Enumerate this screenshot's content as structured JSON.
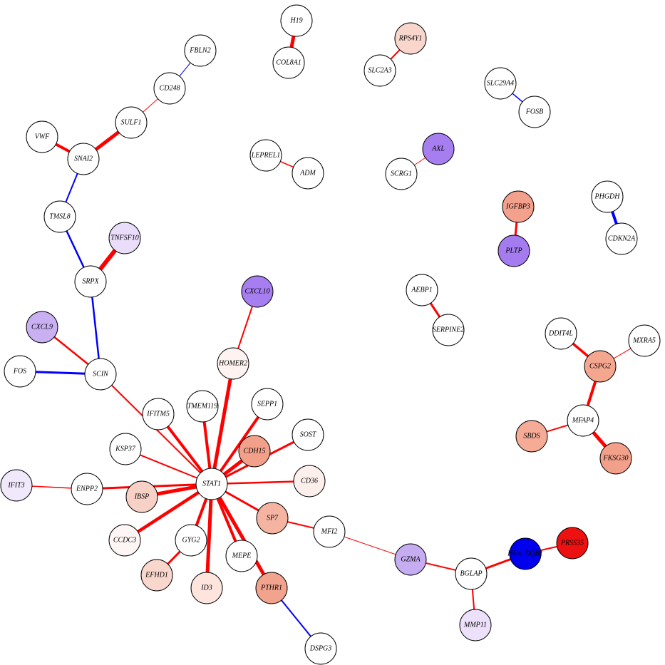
{
  "nodes": [
    {
      "id": "H19",
      "label": "H19",
      "fill": "#ffffff"
    },
    {
      "id": "COL8A1",
      "label": "COL8A1",
      "fill": "#ffffff"
    },
    {
      "id": "RPS4Y1",
      "label": "RPS4Y1",
      "fill": "#f9d6cc"
    },
    {
      "id": "SLC2A3",
      "label": "SLC2A3",
      "fill": "#ffffff"
    },
    {
      "id": "FBLN2",
      "label": "FBLN2",
      "fill": "#ffffff"
    },
    {
      "id": "CD248",
      "label": "CD248",
      "fill": "#ffffff"
    },
    {
      "id": "SULF1",
      "label": "SULF1",
      "fill": "#ffffff"
    },
    {
      "id": "VWF",
      "label": "VWF",
      "fill": "#ffffff"
    },
    {
      "id": "SNAI2",
      "label": "SNAI2",
      "fill": "#ffffff"
    },
    {
      "id": "SLC29A4",
      "label": "SLC29A4",
      "fill": "#ffffff"
    },
    {
      "id": "FOSB",
      "label": "FOSB",
      "fill": "#ffffff"
    },
    {
      "id": "LEPREL1",
      "label": "LEPREL1",
      "fill": "#ffffff"
    },
    {
      "id": "ADM",
      "label": "ADM",
      "fill": "#ffffff"
    },
    {
      "id": "AXL",
      "label": "AXL",
      "fill": "#a77ef0"
    },
    {
      "id": "SCRG1",
      "label": "SCRG1",
      "fill": "#ffffff"
    },
    {
      "id": "TMSL8",
      "label": "TMSL8",
      "fill": "#ffffff"
    },
    {
      "id": "TNFSF10",
      "label": "TNFSF10",
      "fill": "#e9ddfa"
    },
    {
      "id": "IGFBP3",
      "label": "IGFBP3",
      "fill": "#f3a08c"
    },
    {
      "id": "PLTP",
      "label": "PLTP",
      "fill": "#a57cf0"
    },
    {
      "id": "PHGDH",
      "label": "PHGDH",
      "fill": "#ffffff"
    },
    {
      "id": "CDKN2A",
      "label": "CDKN2A",
      "fill": "#ffffff"
    },
    {
      "id": "SRPX",
      "label": "SRPX",
      "fill": "#ffffff"
    },
    {
      "id": "CXCL10",
      "label": "CXCL10",
      "fill": "#a77ef0"
    },
    {
      "id": "AEBP1",
      "label": "AEBP1",
      "fill": "#ffffff"
    },
    {
      "id": "SERPINE2",
      "label": "SERPINE2",
      "fill": "#ffffff"
    },
    {
      "id": "CXCL9",
      "label": "CXCL9",
      "fill": "#c9b0f3"
    },
    {
      "id": "DDIT4L",
      "label": "DDIT4L",
      "fill": "#ffffff"
    },
    {
      "id": "MXRA5",
      "label": "MXRA5",
      "fill": "#ffffff"
    },
    {
      "id": "FOS",
      "label": "FOS",
      "fill": "#ffffff"
    },
    {
      "id": "SCIN",
      "label": "SCIN",
      "fill": "#ffffff"
    },
    {
      "id": "HOMER2",
      "label": "HOMER2",
      "fill": "#fef3f0"
    },
    {
      "id": "CSPG2",
      "label": "CSPG2",
      "fill": "#f4a68f"
    },
    {
      "id": "IFITM5",
      "label": "IFITM5",
      "fill": "#ffffff"
    },
    {
      "id": "TMEM119",
      "label": "TMEM119",
      "fill": "#ffffff"
    },
    {
      "id": "SEPP1",
      "label": "SEPP1",
      "fill": "#ffffff"
    },
    {
      "id": "MFAP4",
      "label": "MFAP4",
      "fill": "#ffffff"
    },
    {
      "id": "SOST",
      "label": "SOST",
      "fill": "#ffffff"
    },
    {
      "id": "KSP37",
      "label": "KSP37",
      "fill": "#ffffff"
    },
    {
      "id": "CDH15",
      "label": "CDH15",
      "fill": "#f2a08a"
    },
    {
      "id": "SBDS",
      "label": "SBDS",
      "fill": "#f5ab96"
    },
    {
      "id": "FKSG30",
      "label": "FKSG30",
      "fill": "#f2a08a"
    },
    {
      "id": "IFIT3",
      "label": "IFIT3",
      "fill": "#f0e8fb"
    },
    {
      "id": "ENPP2",
      "label": "ENPP2",
      "fill": "#ffffff"
    },
    {
      "id": "STAT1",
      "label": "STAT1",
      "fill": "#ffffff"
    },
    {
      "id": "CD36",
      "label": "CD36",
      "fill": "#fdf0ec"
    },
    {
      "id": "IBSP",
      "label": "IBSP",
      "fill": "#f8d1c6"
    },
    {
      "id": "SP7",
      "label": "SP7",
      "fill": "#f5b4a2"
    },
    {
      "id": "MFI2",
      "label": "MFI2",
      "fill": "#ffffff"
    },
    {
      "id": "CCDC3",
      "label": "CCDC3",
      "fill": "#fef6f4"
    },
    {
      "id": "GYG2",
      "label": "GYG2",
      "fill": "#ffffff"
    },
    {
      "id": "HLA-DQB1",
      "label": "HLA–DQB1",
      "fill": "#0000ee"
    },
    {
      "id": "PRSS35",
      "label": "PRSS35",
      "fill": "#ee1111"
    },
    {
      "id": "MEPE",
      "label": "MEPE",
      "fill": "#ffffff"
    },
    {
      "id": "GZMA",
      "label": "GZMA",
      "fill": "#c6adf2"
    },
    {
      "id": "BGLAP",
      "label": "BGLAP",
      "fill": "#ffffff"
    },
    {
      "id": "EFHD1",
      "label": "EFHD1",
      "fill": "#fad7cd"
    },
    {
      "id": "ID3",
      "label": "ID3",
      "fill": "#fde5de"
    },
    {
      "id": "PTHR1",
      "label": "PTHR1",
      "fill": "#f2a38d"
    },
    {
      "id": "MMP11",
      "label": "MMP11",
      "fill": "#ece0fa"
    },
    {
      "id": "DSPG3",
      "label": "DSPG3",
      "fill": "#ffffff"
    }
  ],
  "edges": [
    {
      "source": "H19",
      "target": "COL8A1",
      "color": "#ff0000",
      "weight": 5
    },
    {
      "source": "RPS4Y1",
      "target": "SLC2A3",
      "color": "#ff0000",
      "weight": 2
    },
    {
      "source": "FBLN2",
      "target": "CD248",
      "color": "#0000ff",
      "weight": 1
    },
    {
      "source": "CD248",
      "target": "SULF1",
      "color": "#ff0000",
      "weight": 1
    },
    {
      "source": "SULF1",
      "target": "SNAI2",
      "color": "#ff0000",
      "weight": 5
    },
    {
      "source": "VWF",
      "target": "SNAI2",
      "color": "#ff0000",
      "weight": 4
    },
    {
      "source": "SNAI2",
      "target": "TMSL8",
      "color": "#0000ff",
      "weight": 2
    },
    {
      "source": "SLC29A4",
      "target": "FOSB",
      "color": "#0000ff",
      "weight": 1.5
    },
    {
      "source": "LEPREL1",
      "target": "ADM",
      "color": "#ff0000",
      "weight": 1.5
    },
    {
      "source": "AXL",
      "target": "SCRG1",
      "color": "#ff0000",
      "weight": 1
    },
    {
      "source": "TMSL8",
      "target": "SRPX",
      "color": "#0000ff",
      "weight": 2.5
    },
    {
      "source": "TNFSF10",
      "target": "SRPX",
      "color": "#ff0000",
      "weight": 6
    },
    {
      "source": "IGFBP3",
      "target": "PLTP",
      "color": "#ff0000",
      "weight": 3
    },
    {
      "source": "PHGDH",
      "target": "CDKN2A",
      "color": "#0000ff",
      "weight": 4
    },
    {
      "source": "SRPX",
      "target": "SCIN",
      "color": "#0000ff",
      "weight": 2.5
    },
    {
      "source": "AEBP1",
      "target": "SERPINE2",
      "color": "#ff0000",
      "weight": 3
    },
    {
      "source": "CXCL9",
      "target": "SCIN",
      "color": "#ff0000",
      "weight": 2.5
    },
    {
      "source": "FOS",
      "target": "SCIN",
      "color": "#0000ff",
      "weight": 3
    },
    {
      "source": "SCIN",
      "target": "STAT1",
      "color": "#ff0000",
      "weight": 2
    },
    {
      "source": "CXCL10",
      "target": "HOMER2",
      "color": "#ff0000",
      "weight": 2
    },
    {
      "source": "HOMER2",
      "target": "STAT1",
      "color": "#ff0000",
      "weight": 5
    },
    {
      "source": "DDIT4L",
      "target": "CSPG2",
      "color": "#ff0000",
      "weight": 3.5
    },
    {
      "source": "MXRA5",
      "target": "CSPG2",
      "color": "#ff0000",
      "weight": 1
    },
    {
      "source": "CSPG2",
      "target": "MFAP4",
      "color": "#ff0000",
      "weight": 4
    },
    {
      "source": "MFAP4",
      "target": "SBDS",
      "color": "#ff0000",
      "weight": 2
    },
    {
      "source": "MFAP4",
      "target": "FKSG30",
      "color": "#ff0000",
      "weight": 5
    },
    {
      "source": "IFITM5",
      "target": "STAT1",
      "color": "#ff0000",
      "weight": 4
    },
    {
      "source": "TMEM119",
      "target": "STAT1",
      "color": "#ff0000",
      "weight": 4
    },
    {
      "source": "SEPP1",
      "target": "STAT1",
      "color": "#ff0000",
      "weight": 4
    },
    {
      "source": "SOST",
      "target": "STAT1",
      "color": "#ff0000",
      "weight": 3
    },
    {
      "source": "KSP37",
      "target": "STAT1",
      "color": "#ff0000",
      "weight": 2
    },
    {
      "source": "CDH15",
      "target": "STAT1",
      "color": "#ff0000",
      "weight": 5
    },
    {
      "source": "IFIT3",
      "target": "ENPP2",
      "color": "#ff0000",
      "weight": 1.5
    },
    {
      "source": "ENPP2",
      "target": "STAT1",
      "color": "#ff0000",
      "weight": 3
    },
    {
      "source": "IBSP",
      "target": "STAT1",
      "color": "#ff0000",
      "weight": 5
    },
    {
      "source": "CD36",
      "target": "STAT1",
      "color": "#ff0000",
      "weight": 2.5
    },
    {
      "source": "SP7",
      "target": "STAT1",
      "color": "#ff0000",
      "weight": 3
    },
    {
      "source": "SP7",
      "target": "MFI2",
      "color": "#ff0000",
      "weight": 2
    },
    {
      "source": "CCDC3",
      "target": "STAT1",
      "color": "#ff0000",
      "weight": 4.5
    },
    {
      "source": "GYG2",
      "target": "STAT1",
      "color": "#ff0000",
      "weight": 4
    },
    {
      "source": "EFHD1",
      "target": "GYG2",
      "color": "#ff0000",
      "weight": 3
    },
    {
      "source": "MEPE",
      "target": "STAT1",
      "color": "#ff0000",
      "weight": 4
    },
    {
      "source": "ID3",
      "target": "STAT1",
      "color": "#ff0000",
      "weight": 5
    },
    {
      "source": "PTHR1",
      "target": "STAT1",
      "color": "#ff0000",
      "weight": 5
    },
    {
      "source": "PTHR1",
      "target": "DSPG3",
      "color": "#0000ff",
      "weight": 2
    },
    {
      "source": "MFI2",
      "target": "GZMA",
      "color": "#ff0000",
      "weight": 1
    },
    {
      "source": "GZMA",
      "target": "BGLAP",
      "color": "#ff0000",
      "weight": 2
    },
    {
      "source": "BGLAP",
      "target": "HLA-DQB1",
      "color": "#ff0000",
      "weight": 3
    },
    {
      "source": "HLA-DQB1",
      "target": "PRSS35",
      "color": "#ff0000",
      "weight": 2
    },
    {
      "source": "BGLAP",
      "target": "MMP11",
      "color": "#ff0000",
      "weight": 2
    }
  ]
}
